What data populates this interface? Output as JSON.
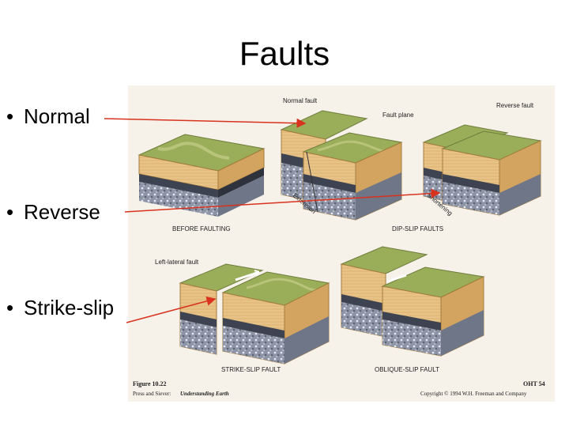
{
  "slide": {
    "title": "Faults",
    "bullets": [
      {
        "label": "Normal"
      },
      {
        "label": "Reverse"
      },
      {
        "label": "Strike-slip"
      }
    ]
  },
  "figure": {
    "labels": {
      "normal_fault": "Normal fault",
      "fault_plane": "Fault plane",
      "reverse_fault": "Reverse fault",
      "extension": "Extension",
      "shortening": "Shortening",
      "before_faulting": "BEFORE FAULTING",
      "dip_slip_faults": "DIP-SLIP FAULTS",
      "left_lateral_fault": "Left-lateral fault",
      "strike_slip_fault": "STRIKE-SLIP FAULT",
      "oblique_slip_fault": "OBLIQUE-SLIP FAULT"
    },
    "caption": {
      "figure_number": "Figure 10.22",
      "source_prefix": "Press and Siever:",
      "source_title": "Understanding Earth",
      "oht": "OHT 54",
      "copyright": "Copyright © 1994 W.H. Freeman and Company"
    },
    "colors": {
      "top_surface": "#9aae5a",
      "top_highlight": "#b7c47a",
      "sandstone": "#e8c387",
      "sand_dark": "#d3a460",
      "dark_layer": "#3d4350",
      "gravel": "#8c94a6",
      "arrow": "#d9331f"
    }
  }
}
